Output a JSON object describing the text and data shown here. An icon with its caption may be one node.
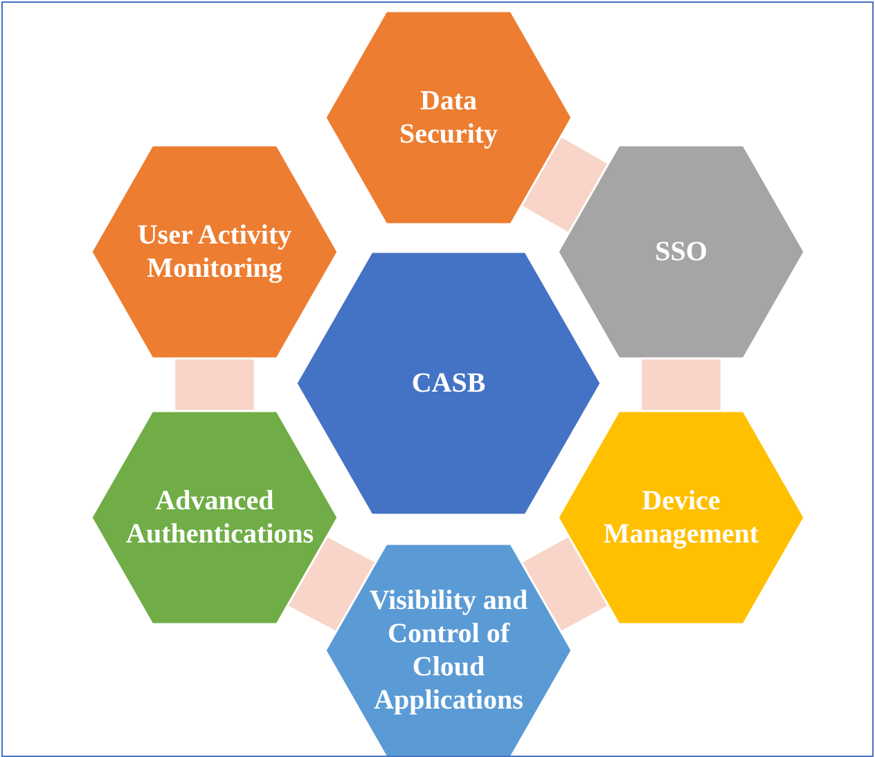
{
  "diagram": {
    "nodes": [
      {
        "text": [
          "CASB"
        ]
      },
      {
        "text": [
          "Data Security"
        ]
      },
      {
        "text": [
          "SSO"
        ]
      },
      {
        "text": [
          "Device Management"
        ]
      },
      {
        "text": [
          "Visibility and Control of Cloud Applications"
        ]
      },
      {
        "text": [
          "Advanced Authentications"
        ]
      },
      {
        "text": [
          "User Activity Monitoring"
        ]
      }
    ],
    "edges": [
      {
        "from": 1,
        "to": 2,
        "arrow": "none"
      },
      {
        "from": 2,
        "to": 3,
        "arrow": "none"
      },
      {
        "from": 3,
        "to": 4,
        "arrow": "none"
      },
      {
        "from": 4,
        "to": 5,
        "arrow": "none"
      },
      {
        "from": 5,
        "to": 6,
        "arrow": "none"
      }
    ]
  }
}
